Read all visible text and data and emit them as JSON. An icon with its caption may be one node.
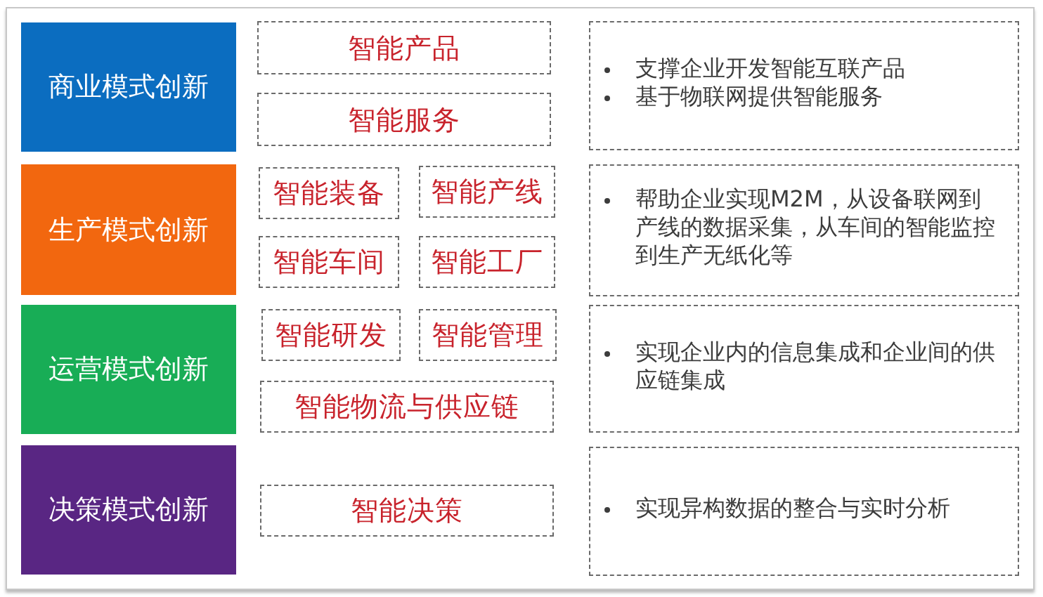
{
  "diagram": {
    "nodes": [
      {
        "text": [
          "商业模式创新"
        ]
      },
      {
        "text": [
          "智能产品"
        ]
      },
      {
        "text": [
          "智能服务"
        ]
      },
      {
        "text": [
          "支撑企业开发智能互联产品",
          "基于物联网提供智能服务"
        ]
      },
      {
        "text": [
          "生产模式创新"
        ]
      },
      {
        "text": [
          "智能装备"
        ]
      },
      {
        "text": [
          "智能产线"
        ]
      },
      {
        "text": [
          "智能车间"
        ]
      },
      {
        "text": [
          "智能工厂"
        ]
      },
      {
        "text": [
          "帮助企业实现M2M，从设备联网到产线的数据采集，从车间的智能监控到生产无纸化等"
        ]
      },
      {
        "text": [
          "运营模式创新"
        ]
      },
      {
        "text": [
          "智能研发"
        ]
      },
      {
        "text": [
          "智能管理"
        ]
      },
      {
        "text": [
          "智能物流与供应链"
        ]
      },
      {
        "text": [
          "实现企业内的信息集成和企业间的供应链集成"
        ]
      },
      {
        "text": [
          "决策模式创新"
        ]
      },
      {
        "text": [
          "智能决策"
        ]
      },
      {
        "text": [
          "实现异构数据的整合与实时分析"
        ]
      }
    ]
  }
}
